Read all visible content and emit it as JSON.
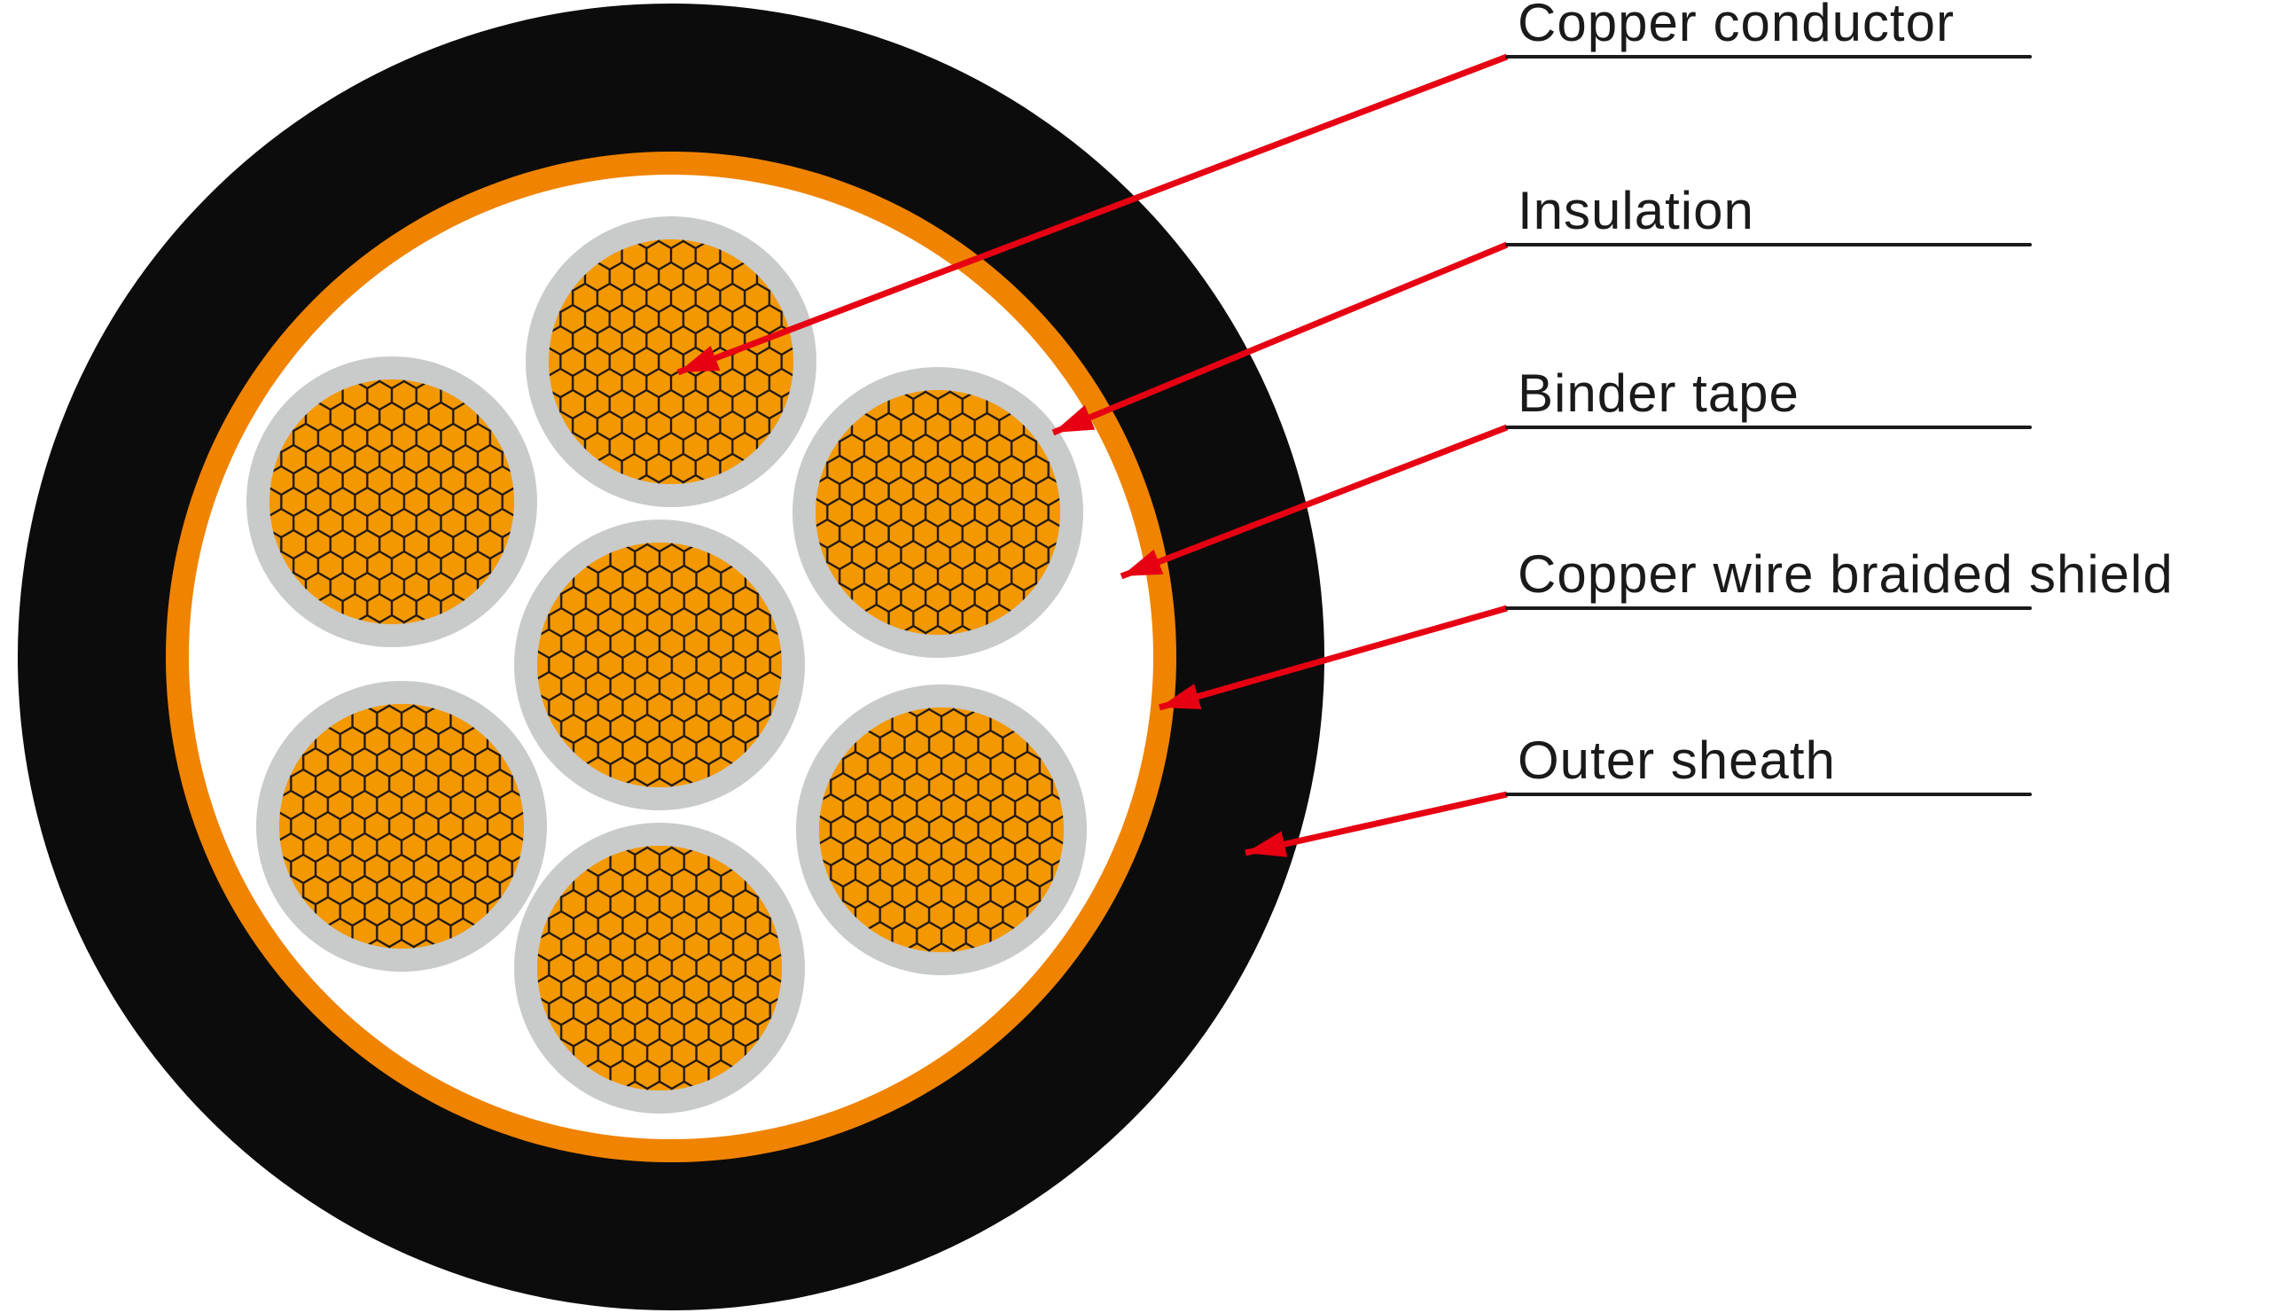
{
  "figure": {
    "type": "cable-cross-section-diagram",
    "conductor_count": 7,
    "labels": [
      {
        "text": "Copper conductor"
      },
      {
        "text": "Insulation"
      },
      {
        "text": "Binder tape"
      },
      {
        "text": "Copper wire braided shield"
      },
      {
        "text": "Outer sheath"
      }
    ],
    "colors": {
      "outer_sheath": "#0c0c0c",
      "braided_shield": "#F08300",
      "binder_tape": "#FFFFFF",
      "insulation": "#C9CACA",
      "conductor": "#F39800",
      "conductor_mesh": "#231815",
      "leader": "#E60012",
      "text": "#1A1A1A"
    }
  }
}
